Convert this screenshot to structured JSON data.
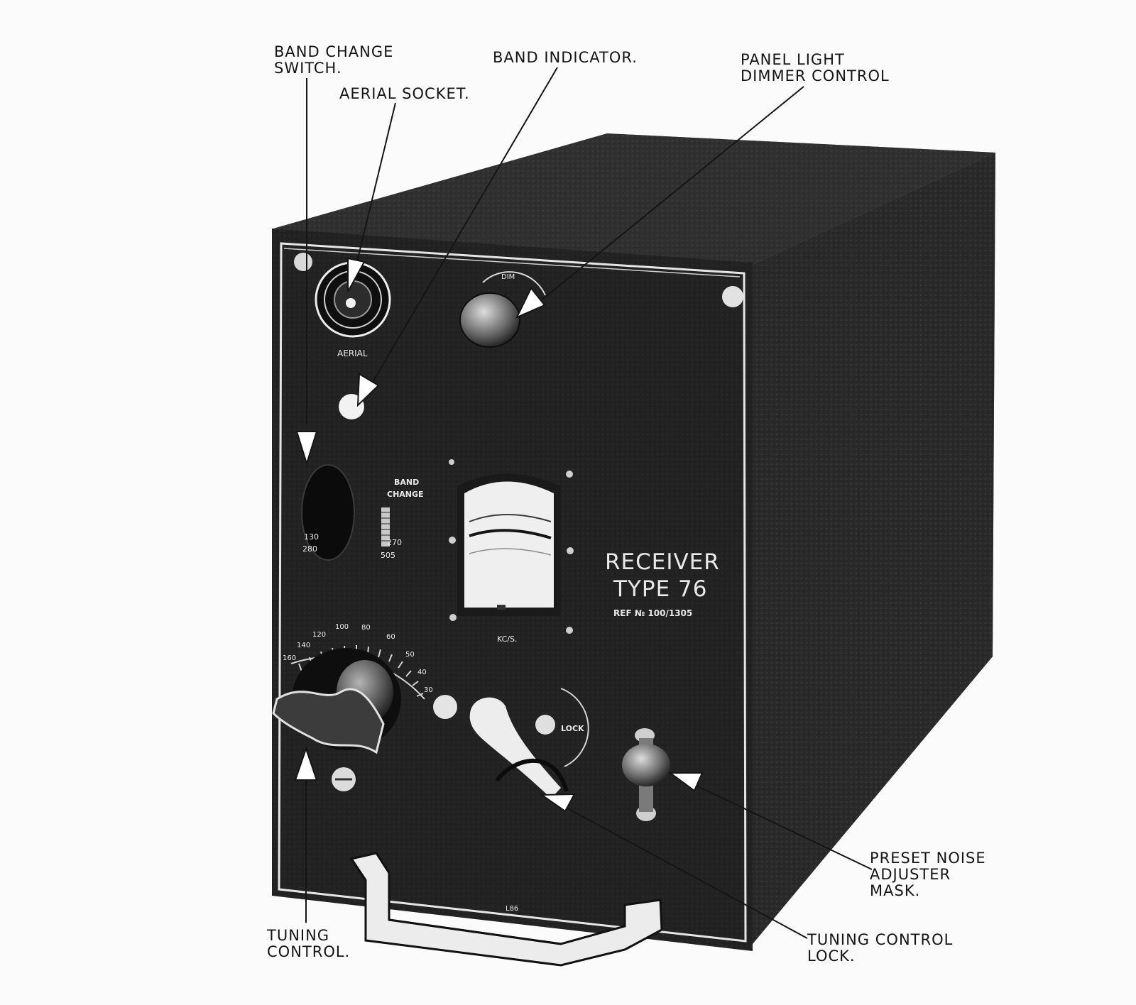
{
  "callouts": {
    "band_change_switch": [
      "BAND CHANGE",
      "SWITCH."
    ],
    "band_indicator": [
      "BAND INDICATOR."
    ],
    "aerial_socket": [
      "AERIAL SOCKET."
    ],
    "panel_light_dimmer": [
      "PANEL LIGHT",
      "DIMMER  CONTROL"
    ],
    "preset_noise": [
      "PRESET NOISE",
      "ADJUSTER",
      "MASK."
    ],
    "tuning_control": [
      "TUNING",
      "CONTROL."
    ],
    "tuning_lock": [
      "TUNING  CONTROL",
      "LOCK."
    ]
  },
  "panel": {
    "name_line1": "RECEIVER",
    "name_line2": "TYPE 76",
    "ref": "REF № 100/1305",
    "aerial": "AERIAL",
    "dim": "DIM",
    "band_change": [
      "BAND",
      "CHANGE"
    ],
    "band_low": [
      "130",
      "280"
    ],
    "band_high": [
      "270",
      "505"
    ],
    "meter_unit": "KC/S.",
    "lock": "LOCK",
    "dial_ticks": [
      "160",
      "140",
      "120",
      "100",
      "80",
      "60",
      "50",
      "40",
      "30"
    ],
    "bottom_mark": "L86"
  },
  "colors": {
    "ink": "#151515",
    "panel_dark": "#1e1e1e",
    "panel_light": "#e9e9e9",
    "paper": "#fbfbfb"
  }
}
